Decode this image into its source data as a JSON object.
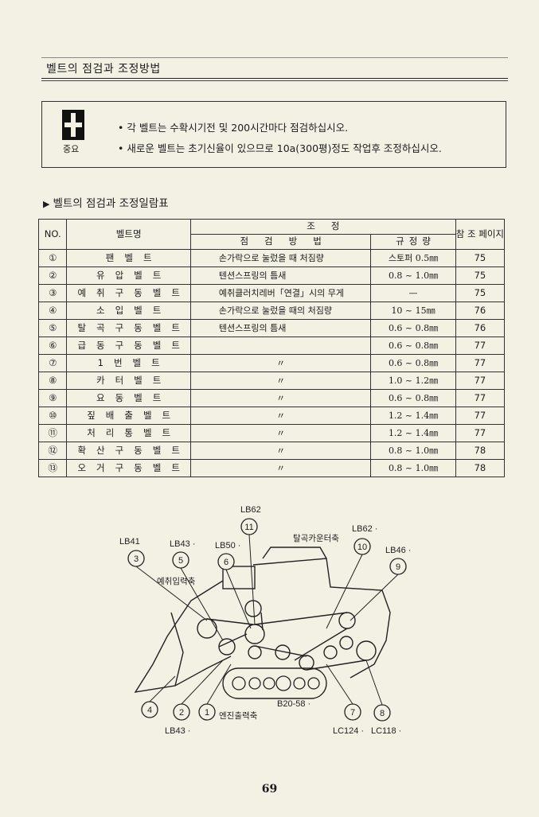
{
  "section_title": "벨트의 점검과 조정방법",
  "notice": {
    "icon_label": "중요",
    "icon": "important-cross-icon",
    "lines": [
      "• 각 벨트는 수확시기전 및 200시간마다 점검하십시오.",
      "• 새로운 벨트는 초기신율이 있으므로 10a(300평)정도 작업후 조정하십시오."
    ]
  },
  "table_title": "벨트의 점검과 조정일람표",
  "table": {
    "headers": {
      "no": "NO.",
      "name": "벨트명",
      "adjust": "조정",
      "method": "점검방법",
      "spec": "규정량",
      "ref": "참 조 페이지"
    },
    "rows": [
      {
        "no": "①",
        "name": "팬벨트",
        "method": "손가락으로 눌렀을 때 처짐량",
        "spec": "스토퍼 0.5㎜",
        "page": "75"
      },
      {
        "no": "②",
        "name": "유압벨트",
        "method": "텐션스프링의 틈새",
        "spec": "0.8 ~ 1.0㎜",
        "page": "75"
      },
      {
        "no": "③",
        "name": "예취구동벨트",
        "method": "예취클러치레버「연결」시의 무게",
        "spec": "—",
        "page": "75"
      },
      {
        "no": "④",
        "name": "소입벨트",
        "method": "손가락으로 눌렀을 때의 처짐량",
        "spec": "10 ~ 15㎜",
        "page": "76"
      },
      {
        "no": "⑤",
        "name": "탈곡구동벨트",
        "method": "텐션스프링의 틈새",
        "spec": "0.6 ~ 0.8㎜",
        "page": "76"
      },
      {
        "no": "⑥",
        "name": "급동구동벨트",
        "method": "",
        "spec": "0.6 ~ 0.8㎜",
        "page": "77"
      },
      {
        "no": "⑦",
        "name": "1번벨트",
        "method": "〃",
        "spec": "0.6 ~ 0.8㎜",
        "page": "77"
      },
      {
        "no": "⑧",
        "name": "카터벨트",
        "method": "〃",
        "spec": "1.0 ~ 1.2㎜",
        "page": "77"
      },
      {
        "no": "⑨",
        "name": "요동벨트",
        "method": "〃",
        "spec": "0.6 ~ 0.8㎜",
        "page": "77"
      },
      {
        "no": "⑩",
        "name": "짚배출벨트",
        "method": "〃",
        "spec": "1.2 ~ 1.4㎜",
        "page": "77"
      },
      {
        "no": "⑪",
        "name": "처리통벨트",
        "method": "〃",
        "spec": "1.2 ~ 1.4㎜",
        "page": "77"
      },
      {
        "no": "⑫",
        "name": "확산구동벨트",
        "method": "〃",
        "spec": "0.8 ~ 1.0㎜",
        "page": "78"
      },
      {
        "no": "⑬",
        "name": "오거구동벨트",
        "method": "〃",
        "spec": "0.8 ~ 1.0㎜",
        "page": "78"
      }
    ]
  },
  "diagram": {
    "callouts": [
      "1",
      "2",
      "3",
      "4",
      "5",
      "6",
      "7",
      "8",
      "9",
      "10",
      "11"
    ],
    "labels": {
      "lb62_top": "LB62",
      "lb62_right": "LB62 ·",
      "lb41": "LB41",
      "lb43_top": "LB43 ·",
      "lb50": "LB50 ·",
      "lb46": "LB46 ·",
      "threshing_counter_shaft": "탈곡카운터축",
      "reaping_input_shaft": "예취입력축",
      "b20_58": "B20-58 ·",
      "engine_output_shaft": "엔진출력축",
      "lb43_bottom": "LB43 ·",
      "lc124": "LC124 ·",
      "lc118": "LC118 ·"
    }
  },
  "page_number": "69"
}
